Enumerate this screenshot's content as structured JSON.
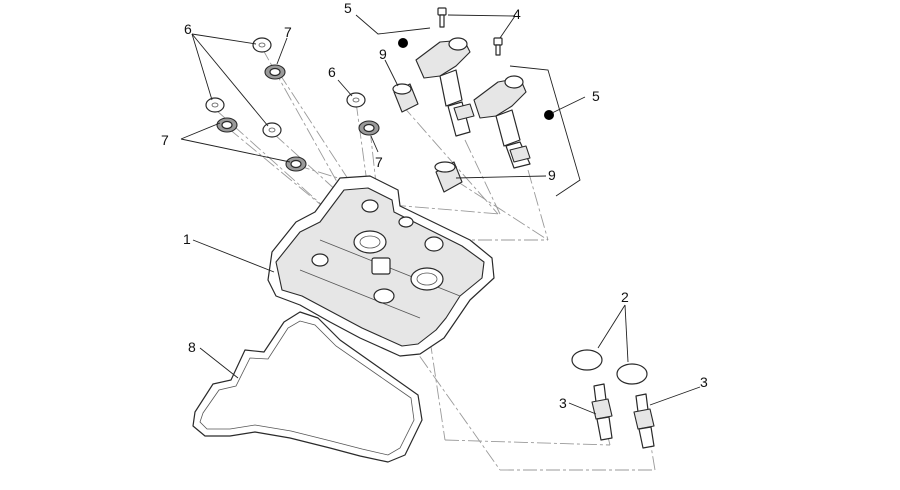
{
  "diagram": {
    "callouts": {
      "c1": "1",
      "c2": "2",
      "c3a": "3",
      "c3b": "3",
      "c4": "4",
      "c5a": "5",
      "c5b": "5",
      "c6a": "6",
      "c6b": "6",
      "c7a": "7",
      "c7b": "7",
      "c7c": "7",
      "c8": "8",
      "c9a": "9",
      "c9b": "9"
    }
  }
}
